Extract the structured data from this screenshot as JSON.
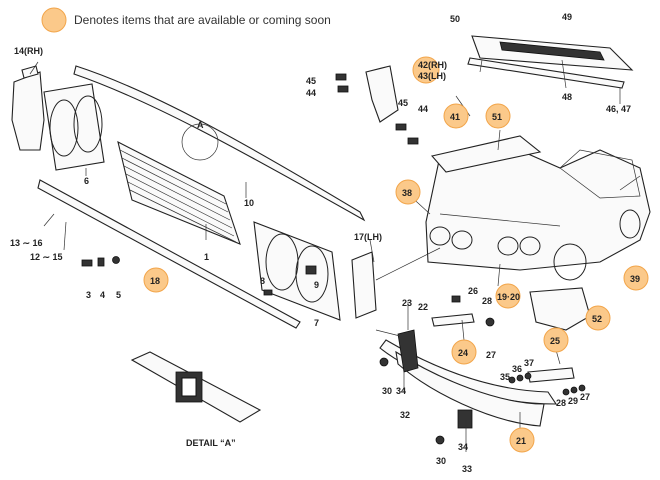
{
  "legend": {
    "text": "Denotes items that are available or coming soon",
    "badge_color": "#fbc98a"
  },
  "detail_caption": "DETAIL “A”",
  "callout_A": "A",
  "badges": [
    "42(RH)",
    "43(LH)",
    "41",
    "51",
    "38",
    "39",
    "18",
    "19·20",
    "52",
    "24",
    "25",
    "21"
  ],
  "labels": [
    "14(RH)",
    "6",
    "1",
    "10",
    "13 ∼ 16",
    "12 ∼ 15",
    "3",
    "4",
    "5",
    "8",
    "9",
    "7",
    "17(LH)",
    "45",
    "44",
    "45",
    "44",
    "50",
    "49",
    "48",
    "46, 47",
    "26",
    "28",
    "23",
    "22",
    "27",
    "30",
    "34",
    "32",
    "35",
    "36",
    "37",
    "28",
    "29",
    "27",
    "30",
    "34",
    "33"
  ]
}
